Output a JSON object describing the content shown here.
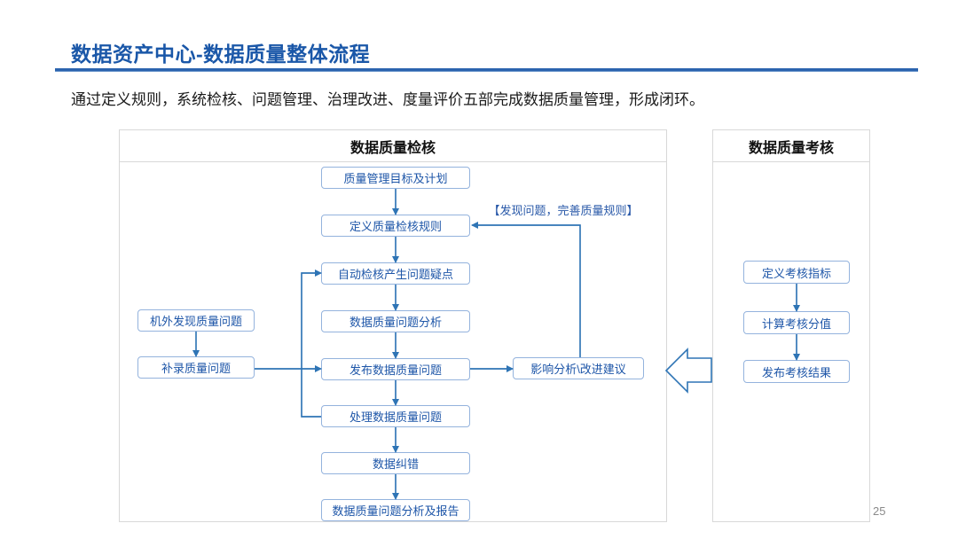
{
  "page": {
    "title": "数据资产中心-数据质量整体流程",
    "subtitle": "通过定义规则，系统检核、问题管理、治理改进、度量评价五部完成数据质量管理，形成闭环。",
    "page_number": "25"
  },
  "colors": {
    "title_blue": "#1A57A8",
    "rule_blue": "#2B63AE",
    "box_border": "#94B3DD",
    "box_text": "#1E56A8",
    "arrow": "#2E74B5",
    "panel_border": "#D8D8D8"
  },
  "panels": {
    "check": {
      "title": "数据质量检核"
    },
    "assess": {
      "title": "数据质量考核"
    }
  },
  "flow": {
    "main_steps": [
      "质量管理目标及计划",
      "定义质量检核规则",
      "自动检核产生问题疑点",
      "数据质量问题分析",
      "发布数据质量问题",
      "处理数据质量问题",
      "数据纠错",
      "数据质量问题分析及报告"
    ],
    "side_steps": [
      "机外发现质量问题",
      "补录质量问题"
    ],
    "impact_box": "影响分析\\改进建议",
    "annotation": "【发现问题，完善质量规则】",
    "assess_steps": [
      "定义考核指标",
      "计算考核分值",
      "发布考核结果"
    ]
  }
}
